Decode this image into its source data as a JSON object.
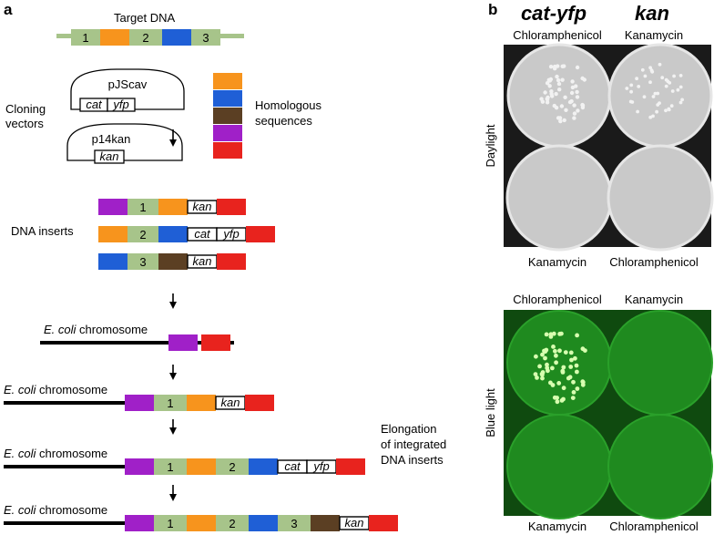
{
  "panel_a": {
    "letter": "a",
    "target_dna": {
      "title": "Target DNA",
      "segments": [
        "1",
        "2",
        "3"
      ]
    },
    "cloning_vectors_label": "Cloning\nvectors",
    "vector_1": {
      "name": "pJScav",
      "genes": [
        "cat",
        "yfp"
      ]
    },
    "vector_2": {
      "name": "p14kan",
      "genes": [
        "kan"
      ]
    },
    "homologous_label": "Homologous\nsequences",
    "inserts_label": "DNA inserts",
    "inserts": [
      {
        "segment": "1",
        "genes": [
          "kan"
        ]
      },
      {
        "segment": "2",
        "genes": [
          "cat",
          "yfp"
        ]
      },
      {
        "segment": "3",
        "genes": [
          "kan"
        ]
      }
    ],
    "chromosome_label_italic": "E. coli",
    "chromosome_label_rest": " chromosome",
    "elongation_label": "Elongation\nof integrated\nDNA inserts",
    "integration_steps": [
      {
        "segments": [],
        "genes": []
      },
      {
        "segments": [
          "1"
        ],
        "genes": [
          "kan"
        ]
      },
      {
        "segments": [
          "1",
          "2"
        ],
        "genes": [
          "cat",
          "yfp"
        ]
      },
      {
        "segments": [
          "1",
          "2",
          "3"
        ],
        "genes": [
          "kan"
        ]
      }
    ],
    "colors": {
      "segment_green": "#a7c48a",
      "orange": "#f7941d",
      "blue": "#1f5fd6",
      "brown": "#5b3f23",
      "purple": "#a020c8",
      "red": "#e8231e",
      "chromosome_line": "#000000"
    }
  },
  "panel_b": {
    "letter": "b",
    "column_headers": [
      "cat-yfp",
      "kan"
    ],
    "daylight": {
      "row_label": "Daylight",
      "top_labels": [
        "Chloramphenicol",
        "Kanamycin"
      ],
      "bottom_labels": [
        "Kanamycin",
        "Chloramphenicol"
      ]
    },
    "blue_light": {
      "row_label": "Blue light",
      "top_labels": [
        "Chloramphenicol",
        "Kanamycin"
      ],
      "bottom_labels": [
        "Kanamycin",
        "Chloramphenicol"
      ]
    },
    "colors": {
      "daylight_bg": "#1a1a1a",
      "daylight_plate": "#c9c9c9",
      "blue_bg": "#0f4a0f",
      "blue_plate": "#1f8a1f",
      "colony_day": "#f2f2f2",
      "colony_blue": "#d8ffb0"
    }
  }
}
